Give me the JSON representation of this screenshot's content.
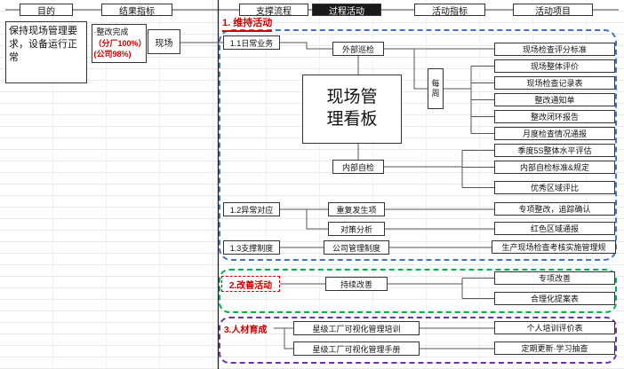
{
  "header": {
    "columns": [
      {
        "label": "目的"
      },
      {
        "label": "结果指标"
      },
      {
        "label": "支撑流程"
      },
      {
        "label": "过程活动",
        "selected": true
      },
      {
        "label": "活动指标"
      },
      {
        "label": "活动项目"
      }
    ]
  },
  "purpose": {
    "text": "保持现场管理要求，设备运行正常"
  },
  "result_indicator": {
    "line1": "·整改完成",
    "line2": "（分厂100%）",
    "line3": "(公司98%)"
  },
  "site_box": {
    "label": "现场"
  },
  "sections": {
    "maintain": {
      "title": "1. 维持活动",
      "daily": {
        "label": "1.1日常业务",
        "external": "外部巡检",
        "kanban": "现场管理看板",
        "internal": "内部自检",
        "weekly": "每周",
        "outputs": [
          "现场检查评分标准",
          "现场整体评价",
          "现场检查记录表",
          "整改通知单",
          "整改闭环报告",
          "月度检查情况通报",
          "季度5S整体水平评估",
          "内部自检标准&规定",
          "优秀区域评比"
        ]
      },
      "abnormal": {
        "label": "1.2异常对应",
        "repeat_item": "重复发生项",
        "analysis": "对策分析",
        "outputs": [
          "专项整改，追踪确认",
          "红色区域通报"
        ]
      },
      "support": {
        "label": "1.3支撑制度",
        "system": "公司管理制度",
        "outputs": [
          "生产现场检查考核实施管理规"
        ]
      }
    },
    "improve": {
      "title": "2.改善活动",
      "continuous": "持续改善",
      "outputs": [
        "专项改善",
        "合理化提案表"
      ]
    },
    "talent": {
      "title": "3.人材育成",
      "training": "星级工厂可视化管理培训",
      "manual": "星级工厂可视化管理手册",
      "outputs": [
        "个人培训评价表",
        "定期更新·学习抽查"
      ]
    }
  },
  "colors": {
    "maintain_border": "#4472C4",
    "improve_border": "#00B050",
    "talent_border": "#7030A0",
    "title_red": "#CC0000",
    "selected_header_bg": "#1A1A1A"
  }
}
